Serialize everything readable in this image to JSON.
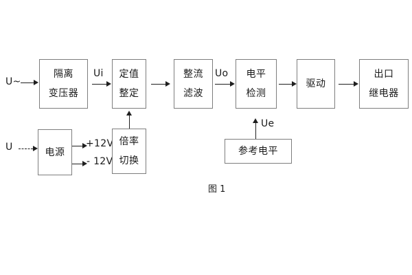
{
  "diagram": {
    "caption": "图 1",
    "inputs": [
      {
        "id": "ac-input",
        "label": "U~"
      },
      {
        "id": "dc-input",
        "label": "U"
      }
    ],
    "blocks": [
      {
        "id": "isolation-transformer",
        "lines": [
          "隔离",
          "变压器"
        ]
      },
      {
        "id": "setpoint-setting",
        "lines": [
          "定值",
          "整定"
        ]
      },
      {
        "id": "rectify-filter",
        "lines": [
          "整流",
          "滤波"
        ]
      },
      {
        "id": "level-detection",
        "lines": [
          "电平",
          "检测"
        ]
      },
      {
        "id": "drive",
        "lines": [
          "驱动"
        ]
      },
      {
        "id": "output-relay",
        "lines": [
          "出口",
          "继电器"
        ]
      },
      {
        "id": "power-supply",
        "lines": [
          "电源"
        ]
      },
      {
        "id": "multiplier-switch",
        "lines": [
          "倍率",
          "切换"
        ]
      },
      {
        "id": "reference-level",
        "lines": [
          "参考电平"
        ]
      }
    ],
    "signals": [
      {
        "id": "ui",
        "label": "Ui"
      },
      {
        "id": "uo",
        "label": "Uo"
      },
      {
        "id": "ue",
        "label": "Ue"
      },
      {
        "id": "vplus",
        "label": "+12V"
      },
      {
        "id": "vminus",
        "label": "- 12V"
      }
    ],
    "colors": {
      "block_border": "#7d7d7d",
      "arrow": "#1f1f1f",
      "text": "#1a1a1a",
      "background": "#ffffff"
    }
  }
}
